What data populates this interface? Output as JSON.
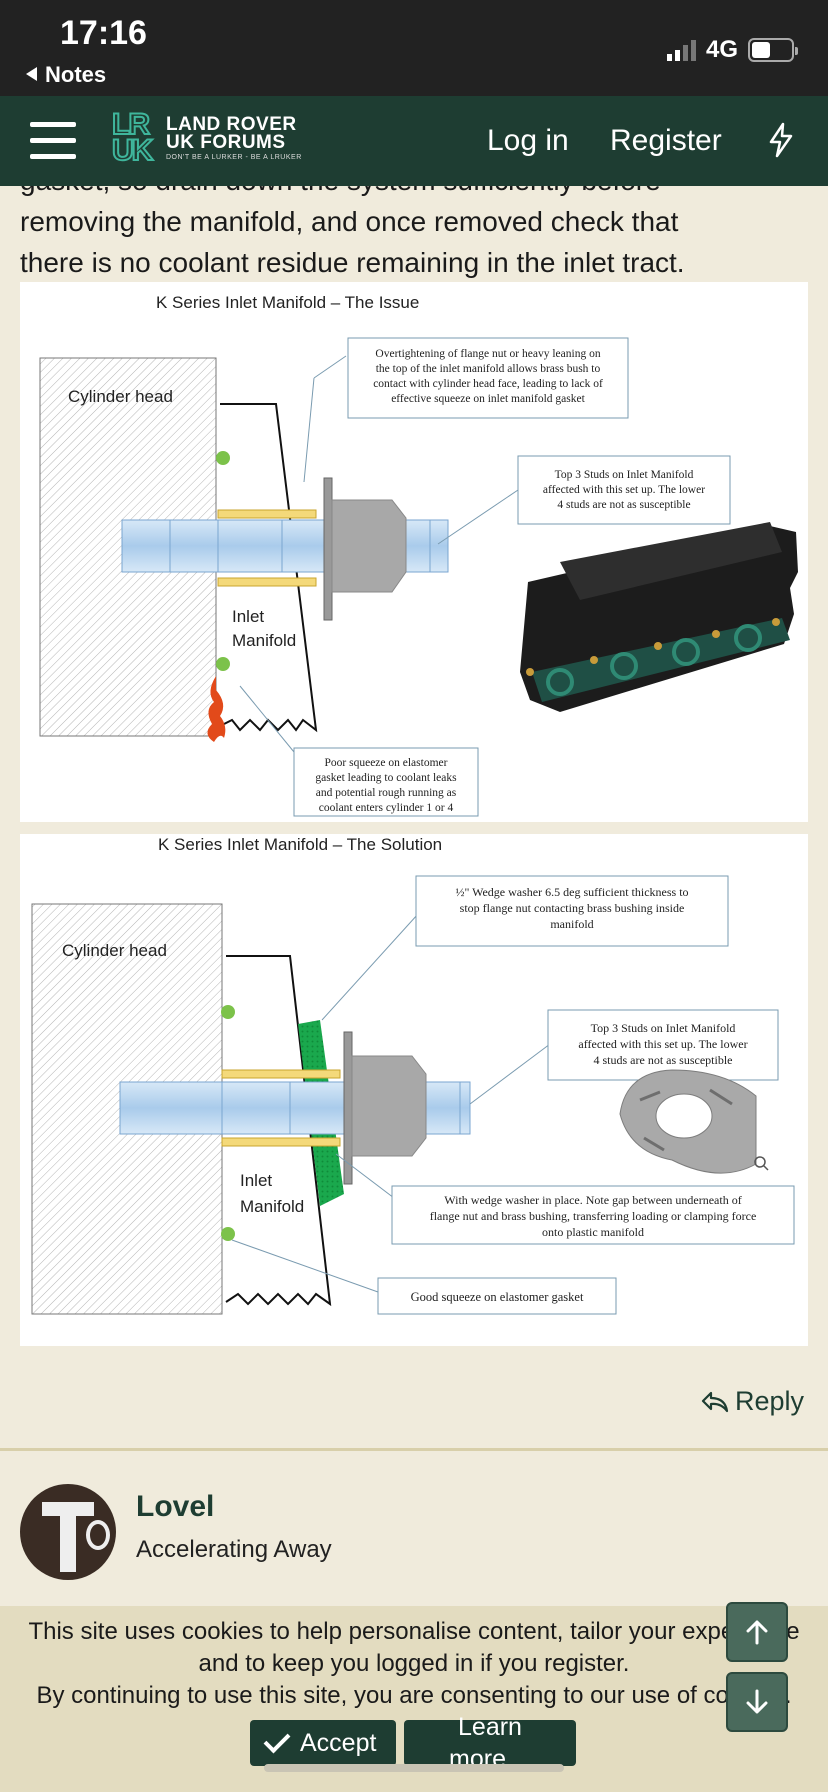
{
  "status_bar": {
    "time": "17:16",
    "back_label": "Notes",
    "network": "4G",
    "icons": [
      "signal-icon",
      "battery-icon"
    ]
  },
  "header": {
    "logo_lr": "LR",
    "logo_uk": "UK",
    "logo_line1": "LAND ROVER",
    "logo_line2": "UK FORUMS",
    "logo_tagline": "DON'T BE A LURKER - BE A LRUKER",
    "login": "Log in",
    "register": "Register",
    "icons": [
      "menu-icon",
      "bolt-icon"
    ],
    "colors": {
      "header_bg": "#1e3d32",
      "accent": "#3fb69c"
    }
  },
  "post": {
    "text_line1": "gasket, so drain down the system sufficiently before",
    "text_line2": "removing the manifold, and once removed check that",
    "text_line3": "there is no coolant residue remaining in the inlet tract.",
    "reply_label": "Reply"
  },
  "figure1": {
    "title": "K Series Inlet Manifold – The Issue",
    "cylinder_head": "Cylinder head",
    "inlet_manifold_1": "Inlet",
    "inlet_manifold_2": "Manifold",
    "callout_overtighten": [
      "Overtightening of flange nut or heavy leaning on",
      "the top of the inlet manifold allows brass bush to",
      "contact with cylinder head face, leading to lack of",
      "effective squeeze on inlet manifold gasket"
    ],
    "callout_studs": [
      "Top 3 Studs on Inlet Manifold",
      "affected with this set up.  The lower",
      "4 studs are not as susceptible"
    ],
    "callout_squeeze": [
      "Poor squeeze on elastomer",
      "gasket leading to coolant leaks",
      "and potential rough running as",
      "coolant enters cylinder 1 or 4"
    ]
  },
  "figure2": {
    "title": "K Series Inlet Manifold – The Solution",
    "cylinder_head": "Cylinder head",
    "inlet_manifold_1": "Inlet",
    "inlet_manifold_2": "Manifold",
    "callout_washer": [
      "½\" Wedge washer 6.5 deg sufficient thickness to",
      "stop flange nut contacting brass bushing inside",
      "manifold"
    ],
    "callout_studs": [
      "Top 3 Studs on Inlet Manifold",
      "affected with this set up.  The lower",
      "4 studs are not as susceptible"
    ],
    "callout_gap": [
      "With wedge washer in place. Note gap between underneath of",
      "flange nut and brass bushing, transferring loading or clamping force",
      "onto plastic manifold"
    ],
    "callout_good": "Good squeeze on elastomer gasket"
  },
  "next_post": {
    "username": "Lovel",
    "user_title": "Accelerating Away"
  },
  "cookie_banner": {
    "line1": "This site uses cookies to help personalise content, tailor your experience",
    "line2": "and to keep you logged in if you register.",
    "line3": "By continuing to use this site, you are consenting to our use of cookies.",
    "accept": "Accept",
    "learn_more": "Learn more…"
  },
  "scroll_buttons": [
    "arrow-up-icon",
    "arrow-down-icon"
  ]
}
